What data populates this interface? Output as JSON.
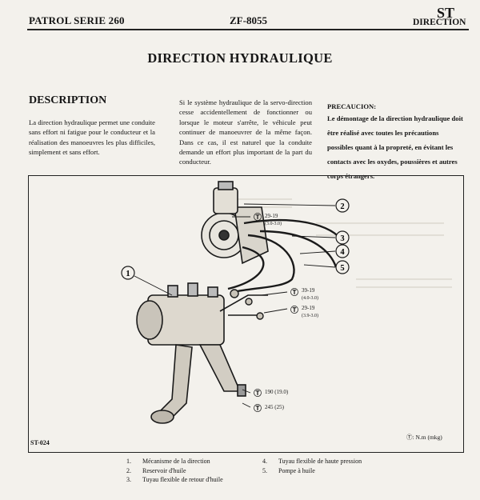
{
  "header": {
    "series": "PATROL SERIE 260",
    "code": "ZF-8055",
    "section_code": "ST",
    "section_name": "DIRECTION"
  },
  "page_title": "DIRECTION HYDRAULIQUE",
  "description": {
    "heading": "DESCRIPTION",
    "paragraph1": "La direction hydraulique permet une conduite sans effort ni fatigue pour le conducteur et la réalisation des manoeuvres les plus difficiles, simplement et sans effort.",
    "paragraph2": "Si le système hydraulique de la servo-direction cesse accidentellement de fonctionner ou lorsque le moteur s'arrête, le véhicule peut continuer de manoeuvrer de la même façon. Dans ce cas, il est naturel que la conduite demande un effort plus important de la part du conducteur."
  },
  "precaution": {
    "heading": "PRECAUCION:",
    "text": "Le démontage de la direction hydraulique doit être réalisé avec toutes les précautions possibles quant à la propreté, en évitant les contacts avec les oxydes, poussières et autres corps étrangers."
  },
  "figure": {
    "code": "ST-024",
    "unit_legend": ": N.m (mkg)",
    "callouts": [
      "1",
      "2",
      "3",
      "4",
      "5"
    ],
    "torques": [
      {
        "value": "29-19",
        "sub": "(3.0-3.0)"
      },
      {
        "value": "39-19",
        "sub": "(4.0-3.0)"
      },
      {
        "value": "29-19",
        "sub": "(3.9-3.0)"
      },
      {
        "value": "190 (19.0)",
        "sub": ""
      },
      {
        "value": "245 (25)",
        "sub": ""
      }
    ]
  },
  "legend": [
    {
      "num": "1.",
      "label": "Mécanisme de la direction"
    },
    {
      "num": "2.",
      "label": "Reservoir d'huile"
    },
    {
      "num": "3.",
      "label": "Tuyau flexible de retour d'huile"
    },
    {
      "num": "4.",
      "label": "Tuyau flexible de haute pression"
    },
    {
      "num": "5.",
      "label": "Pompe à huile"
    }
  ]
}
